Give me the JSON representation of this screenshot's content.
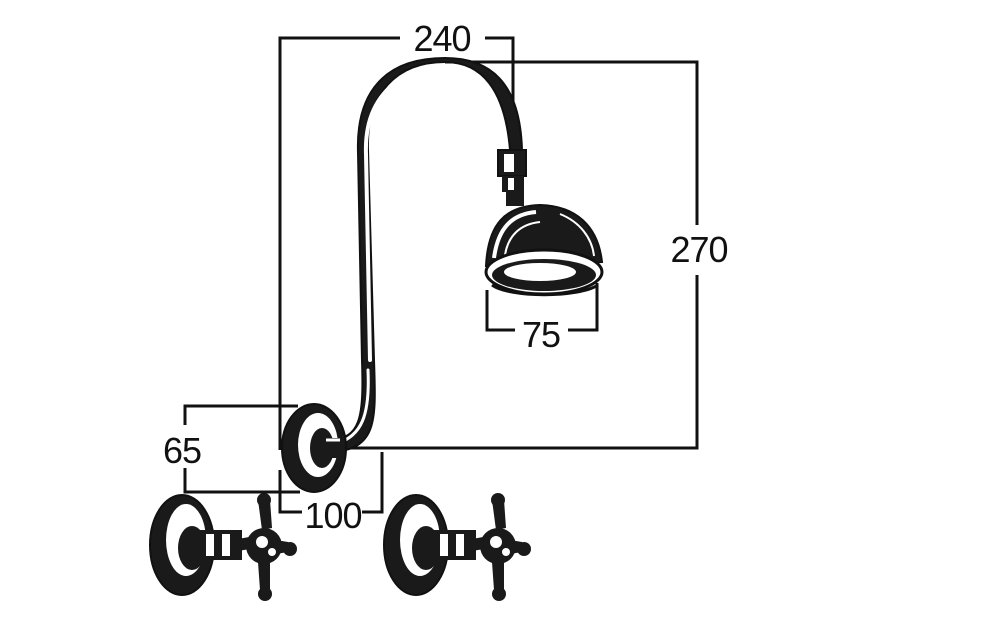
{
  "dimensions": {
    "span": "240",
    "drop": "270",
    "head_diameter": "75",
    "flange_offset": "65",
    "flange_width": "100"
  },
  "colors": {
    "ink": "#111111",
    "metal_dark": "#1a1a1a",
    "metal_light": "#ffffff"
  }
}
